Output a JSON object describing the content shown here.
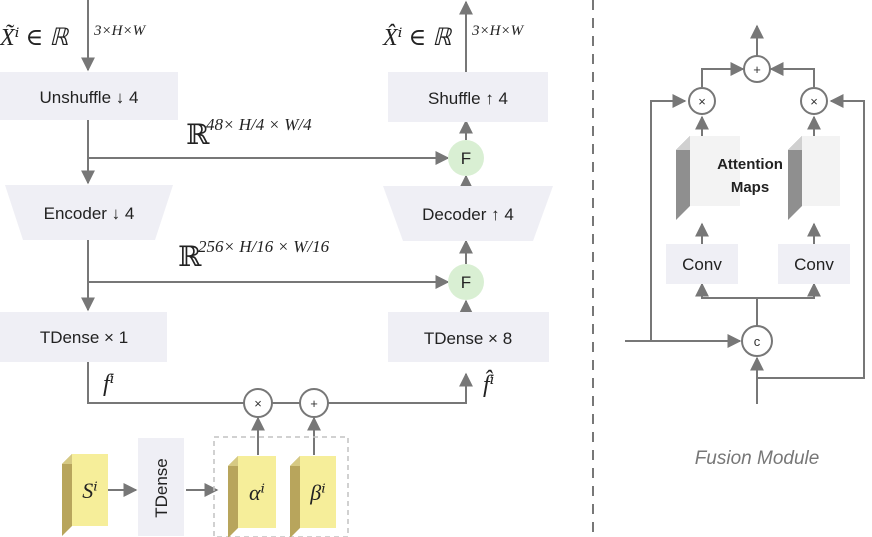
{
  "encoder_path": {
    "input_label": "X̃ⁱ ∈ ℝ",
    "input_sup": "3×H×W",
    "unshuffle": "Unshuffle ↓ 4",
    "encoder": "Encoder ↓ 4",
    "tdense_left": "TDense × 1",
    "skip1_base": "ℝ",
    "skip1_exp": "48× H/4 × W/4",
    "skip2_base": "ℝ",
    "skip2_exp": "256× H/16 × W/16",
    "f_left": "fⁱ"
  },
  "decoder_path": {
    "output_label": "X̂ⁱ ∈ ℝ",
    "output_sup": "3×H×W",
    "shuffle": "Shuffle ↑ 4",
    "decoder": "Decoder ↑ 4",
    "tdense_right": "TDense × 8",
    "fuse1": "F",
    "fuse2": "F",
    "f_right": "f̂ⁱ"
  },
  "modulation": {
    "s_label": "Sⁱ",
    "tdense": "TDense",
    "alpha_label": "αⁱ",
    "beta_label": "βⁱ",
    "mult": "×",
    "add": "+"
  },
  "fusion_module": {
    "caption": "Fusion Module",
    "attention_line1": "Attention",
    "attention_line2": "Maps",
    "conv_left": "Conv",
    "conv_right": "Conv",
    "concat": "c",
    "mult_left": "×",
    "mult_right": "×",
    "add": "+"
  },
  "colors": {
    "box_fill": "#efeff5",
    "fuse_fill": "#d9efd3",
    "line": "#777777",
    "cube_front": "#f6ee9a",
    "cube_side": "#b8a55c",
    "map_side": "#8f8f8f",
    "map_front": "#f3f3f3"
  }
}
